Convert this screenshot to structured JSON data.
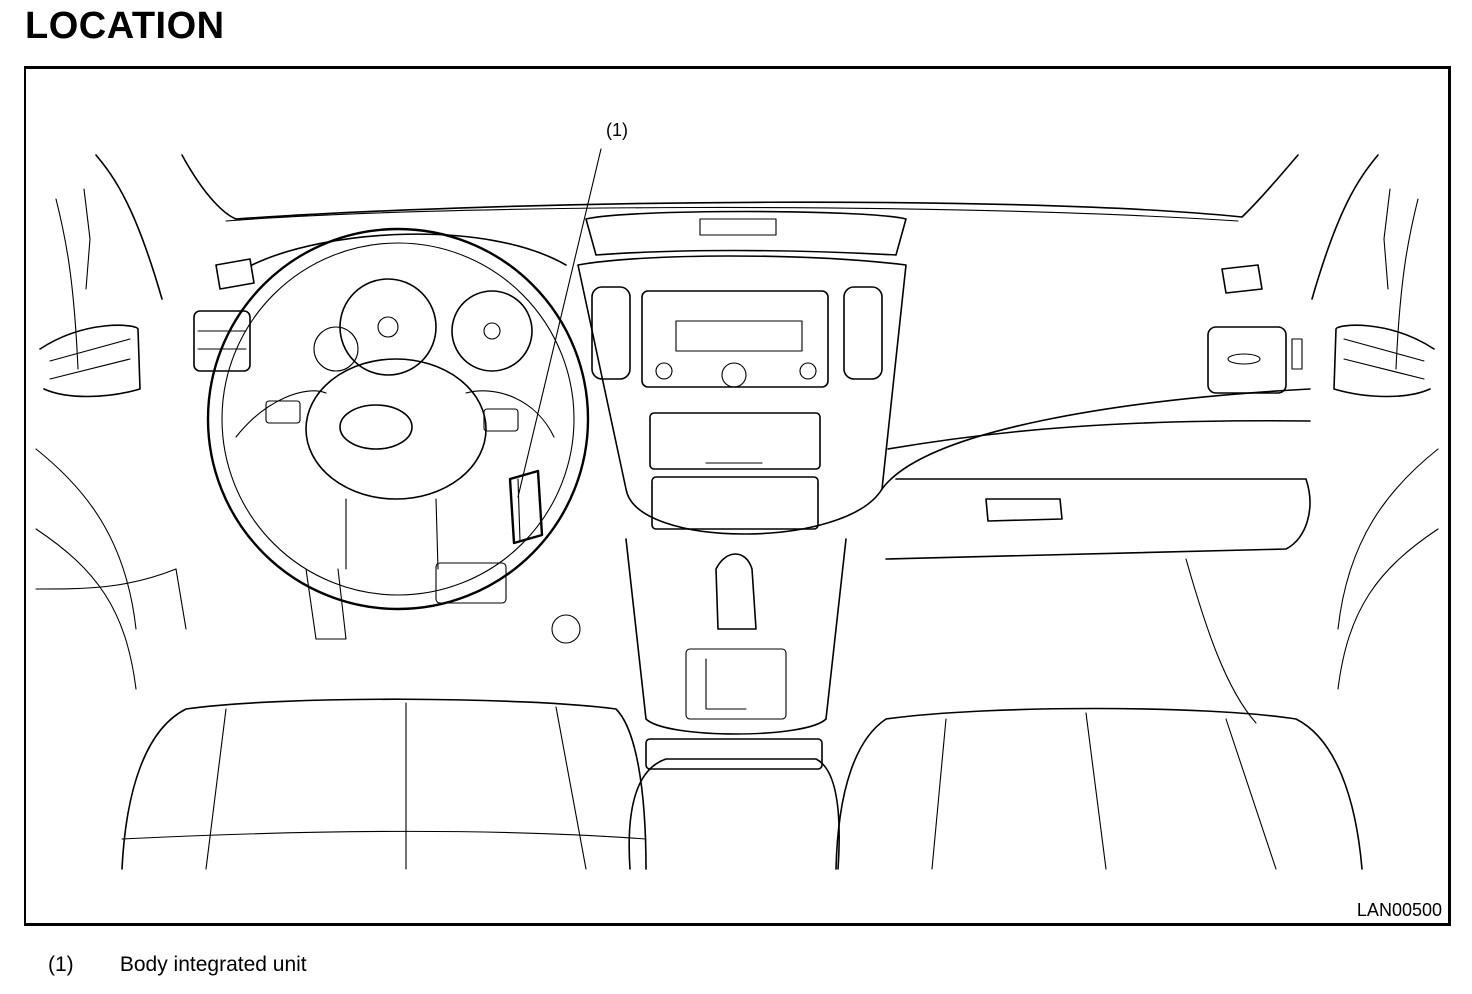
{
  "page": {
    "title": "LOCATION"
  },
  "figure": {
    "callout": "(1)",
    "drawing_code": "LAN00500"
  },
  "legend": [
    {
      "number": "(1)",
      "label": "Body integrated unit"
    }
  ]
}
